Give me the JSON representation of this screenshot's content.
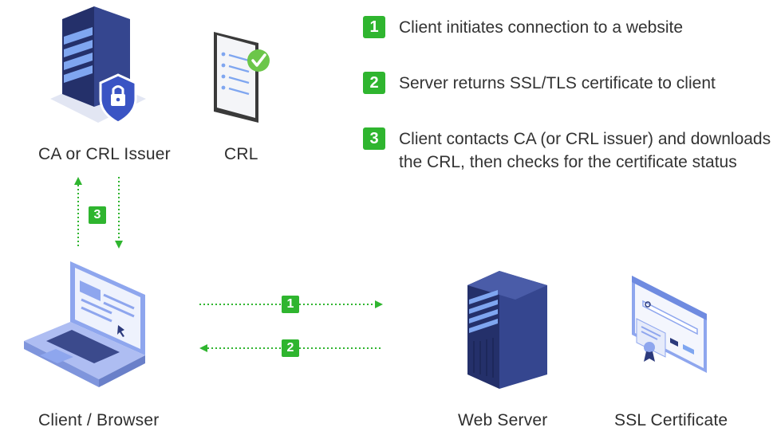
{
  "nodes": {
    "ca_issuer": "CA or CRL Issuer",
    "crl": "CRL",
    "client": "Client / Browser",
    "web_server": "Web Server",
    "ssl_cert": "SSL Certificate"
  },
  "steps": [
    {
      "num": "1",
      "text": "Client initiates connection to a website"
    },
    {
      "num": "2",
      "text": "Server returns SSL/TLS certificate to client"
    },
    {
      "num": "3",
      "text_line1": "Client contacts CA (or CRL issuer) and downloads",
      "text_line2": "the CRL, then checks for the certificate status"
    }
  ],
  "arrows": {
    "step1": "1",
    "step2": "2",
    "step3": "3"
  },
  "colors": {
    "accent_green": "#2fb52f",
    "server_navy": "#2c3a7c",
    "light_blue": "#7fa6f0",
    "text": "#2e2e2e"
  }
}
